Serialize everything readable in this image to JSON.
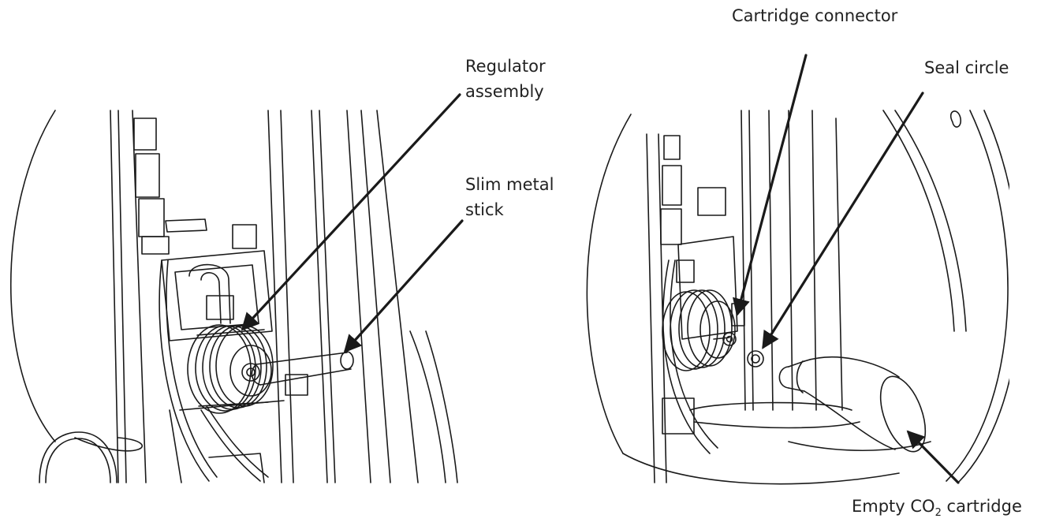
{
  "left_figure": {
    "labels": {
      "regulator": [
        "Regulator",
        "assembly"
      ],
      "stick": [
        "Slim metal",
        "stick"
      ]
    }
  },
  "right_figure": {
    "labels": {
      "connector": "Cartridge connector",
      "seal": "Seal circle",
      "cartridge": {
        "before": "Empty CO",
        "subscript": "2",
        "after": " cartridge"
      }
    }
  },
  "colors": {
    "line": "#1a1a1a",
    "label": "#222222",
    "background": "#ffffff"
  }
}
